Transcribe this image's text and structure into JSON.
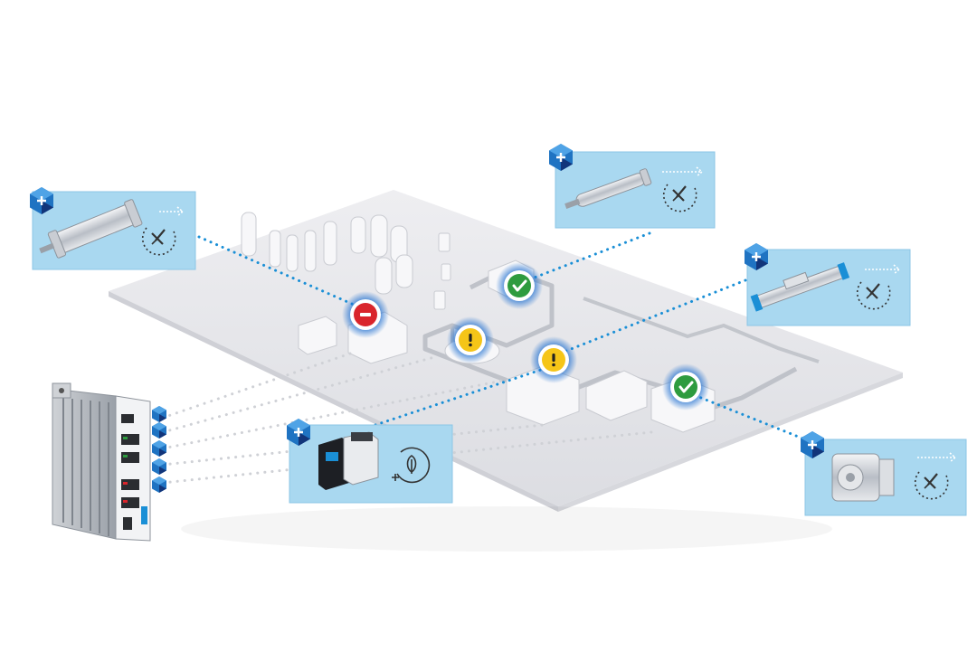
{
  "colors": {
    "panel_fill": "#a9d8f0",
    "panel_border": "#8cc6e6",
    "link_dot": "#1a8fd6",
    "floor": "#e6e7eb",
    "status_ok": "#2e9b3f",
    "status_warning": "#f5c518",
    "status_error": "#d9252c",
    "brand_blue": "#1f73c2",
    "brand_dark": "#12357a"
  },
  "components": [
    {
      "name": "component-round-cylinder",
      "icon": "wrench-service-icon"
    },
    {
      "name": "component-mini-cylinder",
      "icon": "wrench-service-icon"
    },
    {
      "name": "component-linear-drive",
      "icon": "wrench-service-icon"
    },
    {
      "name": "component-power-supply",
      "icon": "plug-leaf-energy-icon"
    },
    {
      "name": "component-compact-cylinder",
      "icon": "wrench-service-icon"
    }
  ],
  "status_markers": [
    {
      "name": "status-marker-error",
      "status": "error",
      "icon": "minus-icon"
    },
    {
      "name": "status-marker-ok-top",
      "status": "ok",
      "icon": "check-icon"
    },
    {
      "name": "status-marker-warning-left",
      "status": "warning",
      "icon": "exclamation-icon"
    },
    {
      "name": "status-marker-warning-right",
      "status": "warning",
      "icon": "exclamation-icon"
    },
    {
      "name": "status-marker-ok-right",
      "status": "ok",
      "icon": "check-icon"
    }
  ],
  "controller": {
    "name": "edge-controller-device",
    "ports": 5
  }
}
